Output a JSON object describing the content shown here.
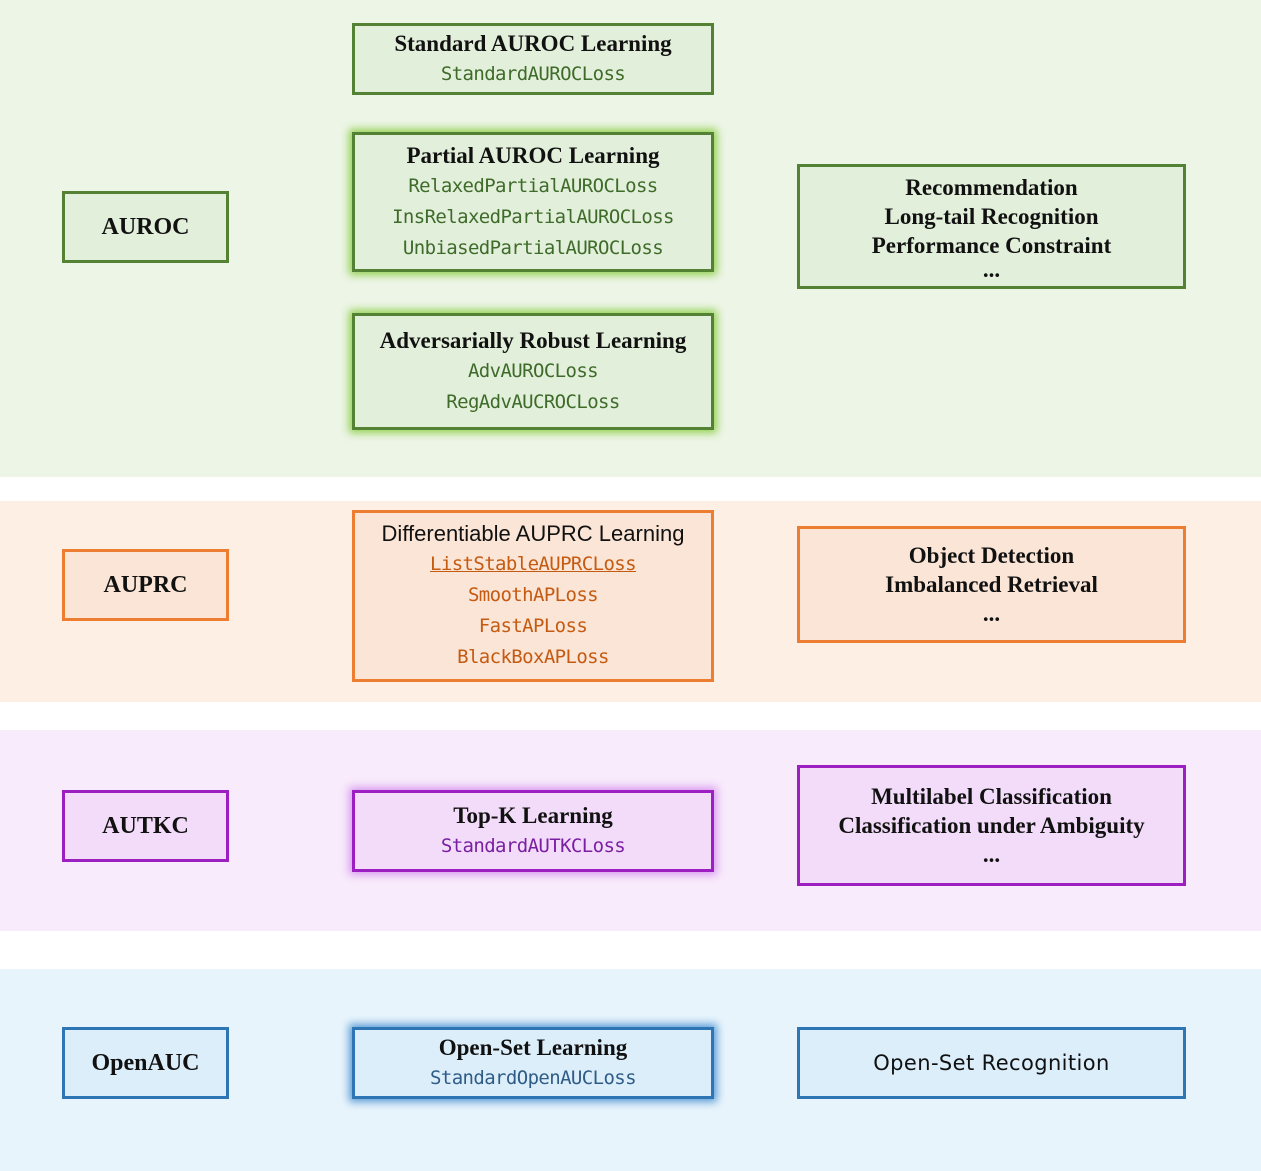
{
  "colors": {
    "auroc_band": "#edf5e7",
    "auprc_band": "#fdefe4",
    "autkc_band": "#f8ebfb",
    "openauc_band": "#e8f4fc"
  },
  "auroc": {
    "label": "AUROC",
    "standard": {
      "title": "Standard AUROC Learning",
      "losses": [
        "StandardAUROCLoss"
      ]
    },
    "partial": {
      "title": "Partial AUROC Learning",
      "losses": [
        "RelaxedPartialAUROCLoss",
        "InsRelaxedPartialAUROCLoss",
        "UnbiasedPartialAUROCLoss"
      ]
    },
    "adversarial": {
      "title": "Adversarially Robust Learning",
      "losses": [
        "AdvAUROCLoss",
        "RegAdvAUCROCLoss"
      ]
    },
    "applications": [
      "Recommendation",
      "Long-tail Recognition",
      "Performance Constraint",
      "..."
    ]
  },
  "auprc": {
    "label": "AUPRC",
    "method": {
      "title": "Differentiable AUPRC Learning",
      "losses": [
        "ListStableAUPRCLoss",
        "SmoothAPLoss",
        "FastAPLoss",
        "BlackBoxAPLoss"
      ]
    },
    "applications": [
      "Object Detection",
      "Imbalanced Retrieval",
      "..."
    ]
  },
  "autkc": {
    "label": "AUTKC",
    "method": {
      "title": "Top-K Learning",
      "losses": [
        "StandardAUTKCLoss"
      ]
    },
    "applications": [
      "Multilabel Classification",
      "Classification under Ambiguity",
      "..."
    ]
  },
  "openauc": {
    "label": "OpenAUC",
    "method": {
      "title": "Open-Set Learning",
      "losses": [
        "StandardOpenAUCLoss"
      ]
    },
    "applications": [
      "Open-Set Recognition"
    ]
  }
}
